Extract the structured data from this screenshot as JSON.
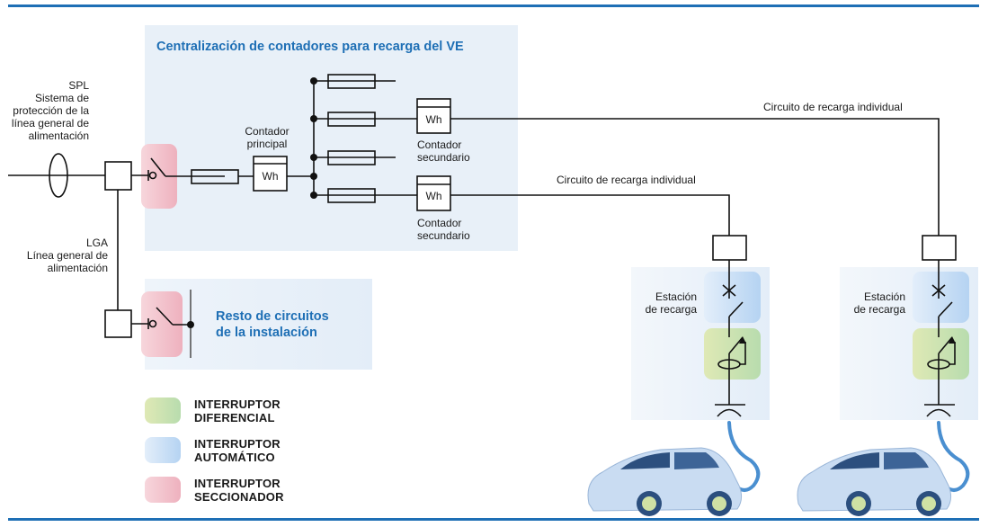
{
  "diagram": {
    "title": "Centralización de contadores para recarga del VE",
    "spl": {
      "abbr": "SPL",
      "line1": "Sistema de",
      "line2": "protección de la",
      "line3": "línea general de",
      "line4": "alimentación"
    },
    "lga": {
      "abbr": "LGA",
      "line1": "Línea general de",
      "line2": "alimentación"
    },
    "main_meter": {
      "label_line1": "Contador",
      "label_line2": "principal",
      "unit": "Wh"
    },
    "secondary_meters": [
      {
        "label_line1": "Contador",
        "label_line2": "secundario",
        "unit": "Wh"
      },
      {
        "label_line1": "Contador",
        "label_line2": "secundario",
        "unit": "Wh"
      }
    ],
    "circuits": [
      {
        "label": "Circuito de recarga individual"
      },
      {
        "label": "Circuito de recarga individual"
      }
    ],
    "stations": [
      {
        "label_line1": "Estación",
        "label_line2": "de recarga"
      },
      {
        "label_line1": "Estación",
        "label_line2": "de recarga"
      }
    ],
    "rest": {
      "line1": "Resto de circuitos",
      "line2": "de la instalación"
    },
    "legend": [
      {
        "line1": "INTERRUPTOR",
        "line2": "DIFERENCIAL",
        "color_from": "#dfe9b5",
        "color_to": "#b8dcae"
      },
      {
        "line1": "INTERRUPTOR",
        "line2": "AUTOMÁTICO",
        "color_from": "#e3eefa",
        "color_to": "#b5d3f2"
      },
      {
        "line1": "INTERRUPTOR",
        "line2": "SECCIONADOR",
        "color_from": "#f7d6dc",
        "color_to": "#eeb1be"
      }
    ],
    "colors": {
      "accent": "#1e6fb5",
      "panel": "#e8f0f8",
      "cable": "#4a8fd0"
    }
  }
}
